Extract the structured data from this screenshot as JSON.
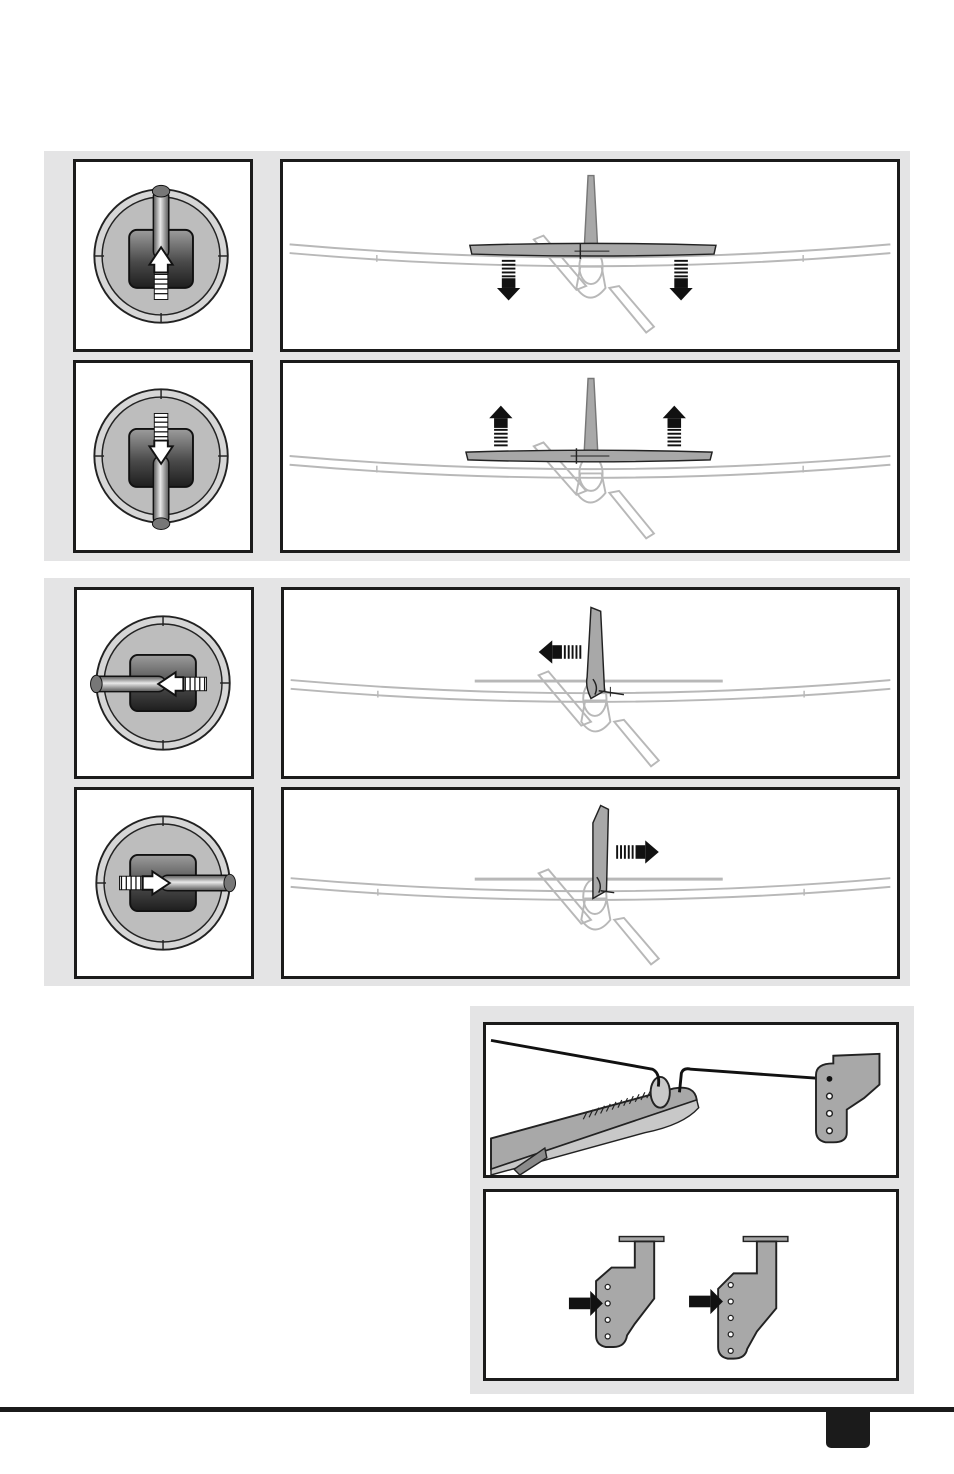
{
  "page": {
    "number": ""
  },
  "colors": {
    "panel": "#e4e4e5",
    "ink": "#1b1b1b",
    "part_gray": "#a8a8a8",
    "line_gray": "#b8b8b8"
  },
  "figures": [
    {
      "group": "elevator",
      "stick_direction": "up",
      "surface_motion": "down",
      "icon": "gimbal-stick-up-icon"
    },
    {
      "group": "elevator",
      "stick_direction": "down",
      "surface_motion": "up",
      "icon": "gimbal-stick-down-icon"
    },
    {
      "group": "rudder",
      "stick_direction": "left",
      "surface_motion": "left",
      "icon": "gimbal-stick-left-icon"
    },
    {
      "group": "rudder",
      "stick_direction": "right",
      "surface_motion": "right",
      "icon": "gimbal-stick-right-icon"
    },
    {
      "group": "linkage",
      "view": "pushrod-to-control-horn",
      "icon": "pushrod-horn-icon"
    },
    {
      "group": "linkage",
      "view": "control-horn-hole-positions",
      "icon": "control-horn-holes-icon"
    }
  ]
}
